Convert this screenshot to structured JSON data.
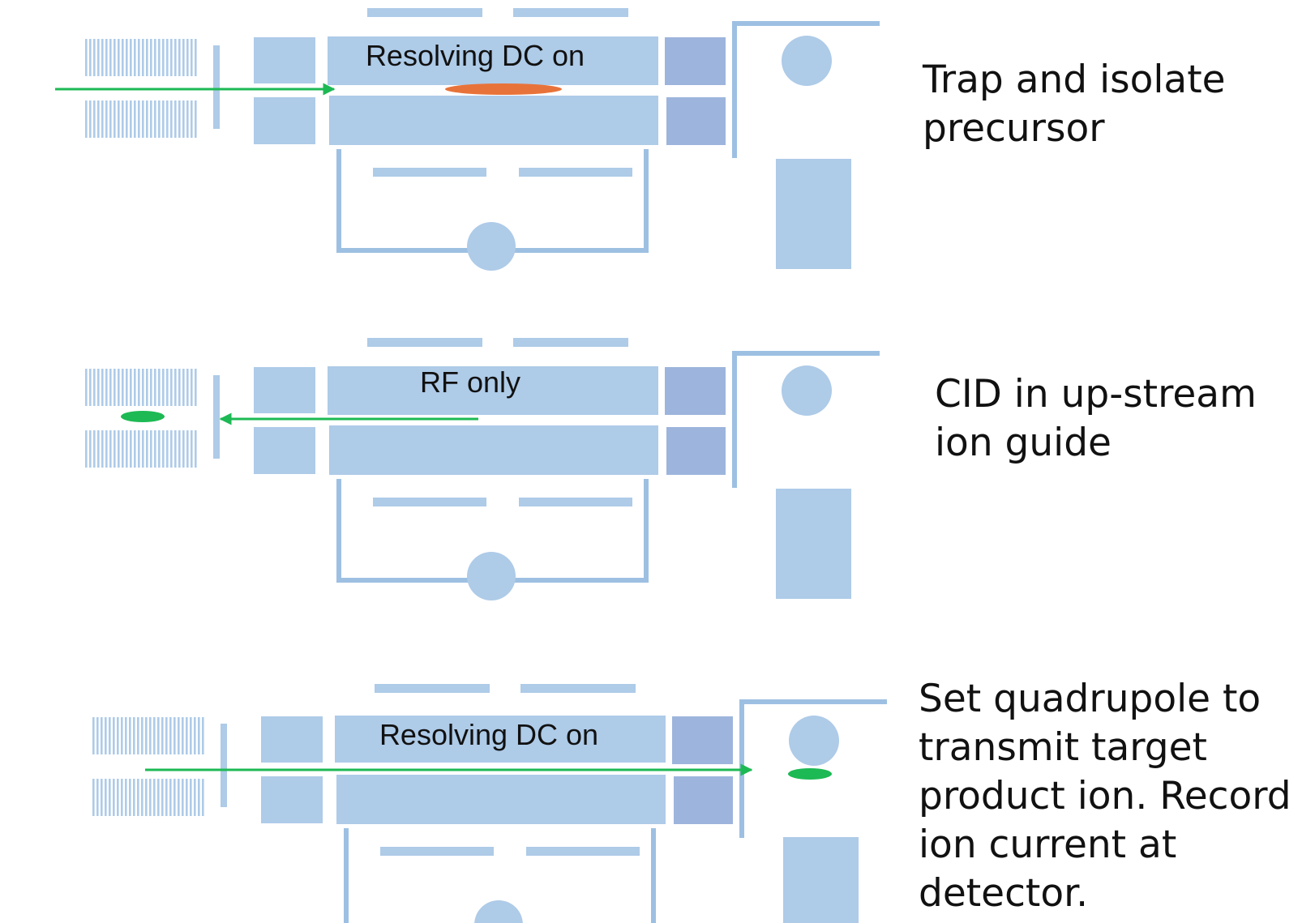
{
  "colors": {
    "component": "#aecbe8",
    "component_dark": "#9db5dc",
    "line": "#9dc0e2",
    "arrow": "#1db954",
    "precursor_ion": "#e8733a",
    "product_ion": "#1db954",
    "text": "#111111"
  },
  "panels": [
    {
      "quad_label": "Resolving DC on",
      "description": "Trap and isolate\nprecursor",
      "arrow_direction": "right",
      "ion": "precursor"
    },
    {
      "quad_label": "RF only",
      "description": "CID in up-stream\nion guide",
      "arrow_direction": "left",
      "ion": "product"
    },
    {
      "quad_label": "Resolving DC on",
      "description": "Set quadrupole to\ntransmit target\nproduct ion. Record\nion current at\ndetector.",
      "arrow_direction": "right",
      "ion": "product"
    }
  ]
}
